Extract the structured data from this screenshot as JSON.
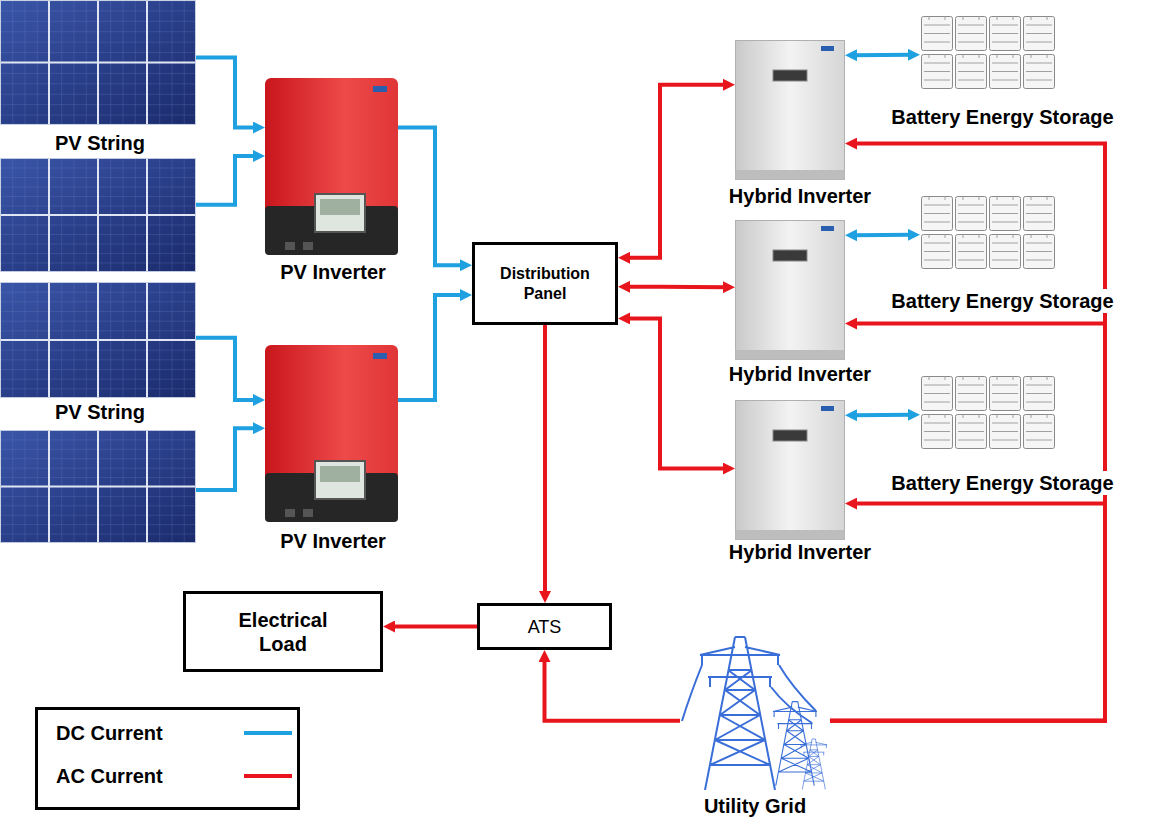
{
  "diagram": {
    "nodes": [
      {
        "text": [
          "PV String"
        ]
      },
      {
        "text": [
          "PV Inverter"
        ]
      },
      {
        "text": [
          "Hybrid Inverter"
        ]
      },
      {
        "text": [
          "Battery Energy Storage"
        ]
      },
      {
        "text": [
          "Distribution Panel"
        ]
      },
      {
        "text": [
          "Hybrid Inverter"
        ]
      },
      {
        "text": [
          "Battery Energy Storage"
        ]
      },
      {
        "text": [
          "PV String"
        ]
      },
      {
        "text": [
          "PV Inverter"
        ]
      },
      {
        "text": [
          "Hybrid Inverter"
        ]
      },
      {
        "text": [
          "Battery Energy Storage"
        ]
      },
      {
        "text": [
          "Electrical Load"
        ]
      },
      {
        "text": [
          "ATS"
        ]
      },
      {
        "text": [
          "Utility Grid"
        ]
      }
    ],
    "edges": [
      {
        "from": 0,
        "to": 1,
        "arrow": "to"
      },
      {
        "from": 0,
        "to": 1,
        "arrow": "to"
      },
      {
        "from": 7,
        "to": 8,
        "arrow": "to"
      },
      {
        "from": 7,
        "to": 8,
        "arrow": "to"
      },
      {
        "from": 1,
        "to": 4,
        "arrow": "to"
      },
      {
        "from": 8,
        "to": 4,
        "arrow": "to"
      },
      {
        "from": 4,
        "to": 2,
        "arrow": "both"
      },
      {
        "from": 4,
        "to": 5,
        "arrow": "both"
      },
      {
        "from": 4,
        "to": 9,
        "arrow": "both"
      },
      {
        "from": 2,
        "to": 3,
        "arrow": "both"
      },
      {
        "from": 5,
        "to": 6,
        "arrow": "both"
      },
      {
        "from": 9,
        "to": 10,
        "arrow": "both"
      },
      {
        "from": 4,
        "to": 12,
        "arrow": "to"
      },
      {
        "from": 12,
        "to": 11,
        "arrow": "to"
      },
      {
        "from": 13,
        "to": 12,
        "arrow": "to"
      },
      {
        "from": 13,
        "to": 2,
        "arrow": "to"
      },
      {
        "from": 13,
        "to": 5,
        "arrow": "to"
      },
      {
        "from": 13,
        "to": 9,
        "arrow": "to"
      }
    ],
    "legend": [
      {
        "text": "DC Current",
        "color": "#1fa0e0"
      },
      {
        "text": "AC Current",
        "color": "#e8161c"
      }
    ]
  }
}
